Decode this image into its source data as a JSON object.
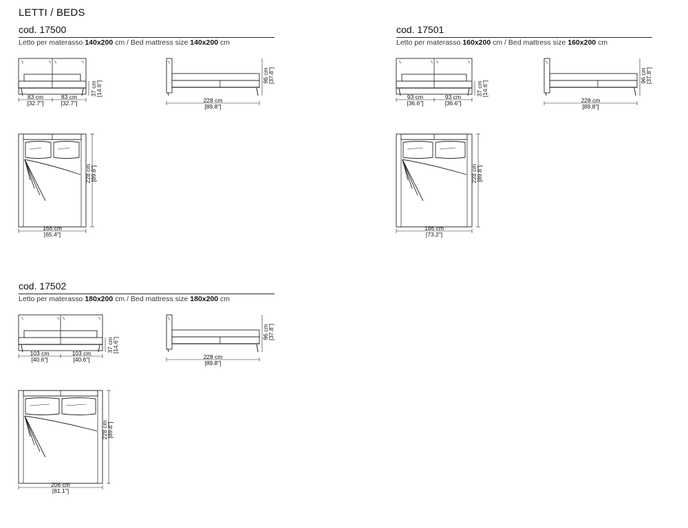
{
  "page": {
    "title": "LETTI / BEDS"
  },
  "sections": [
    {
      "id": "17500",
      "code": "cod. 17500",
      "spec": {
        "it_prefix": "Letto per materasso ",
        "it_size": "140x200",
        "it_unit": " cm / ",
        "en_prefix": "Bed mattress size ",
        "en_size": "140x200",
        "en_unit": " cm"
      },
      "front_widths": [
        "83 cm",
        "[32.7\"]",
        "83 cm",
        "[32.7\"]"
      ],
      "front_height": [
        "37 cm",
        "[14.6\"]"
      ],
      "side_length": [
        "228 cm",
        "[89.8\"]"
      ],
      "side_height": [
        "96 cm",
        "[37.8\"]"
      ],
      "plan_width": [
        "166 cm",
        "[65.4\"]"
      ],
      "plan_length": [
        "228 cm",
        "[89.8\"]"
      ],
      "scale": 0.59
    },
    {
      "id": "17501",
      "code": "cod. 17501",
      "spec": {
        "it_prefix": "Letto per materasso ",
        "it_size": "160x200",
        "it_unit": " cm / ",
        "en_prefix": "Bed mattress size ",
        "en_size": "160x200",
        "en_unit": " cm"
      },
      "front_widths": [
        "93 cm",
        "[36.6\"]",
        "93 cm",
        "[36.6\"]"
      ],
      "front_height": [
        "37 cm",
        "[14.6\"]"
      ],
      "side_length": [
        "228 cm",
        "[89.8\"]"
      ],
      "side_height": [
        "96 cm",
        "[37.8\"]"
      ],
      "plan_width": [
        "186 cm",
        "[73.2\"]"
      ],
      "plan_length": [
        "228 cm",
        "[89.8\"]"
      ],
      "scale": 0.59
    },
    {
      "id": "17502",
      "code": "cod. 17502",
      "spec": {
        "it_prefix": "Letto per materasso ",
        "it_size": "180x200",
        "it_unit": " cm / ",
        "en_prefix": "Bed mattress size ",
        "en_size": "180x200",
        "en_unit": " cm"
      },
      "front_widths": [
        "103 cm",
        "[40.6\"]",
        "103 cm",
        "[40.6\"]"
      ],
      "front_height": [
        "37 cm",
        "[14.6\"]"
      ],
      "side_length": [
        "228 cm",
        "[89.8\"]"
      ],
      "side_height": [
        "96 cm",
        "[37.8\"]"
      ],
      "plan_width": [
        "206 cm",
        "[81.1\"]"
      ],
      "plan_length": [
        "228 cm",
        "[89.8\"]"
      ],
      "scale": 0.59
    }
  ]
}
